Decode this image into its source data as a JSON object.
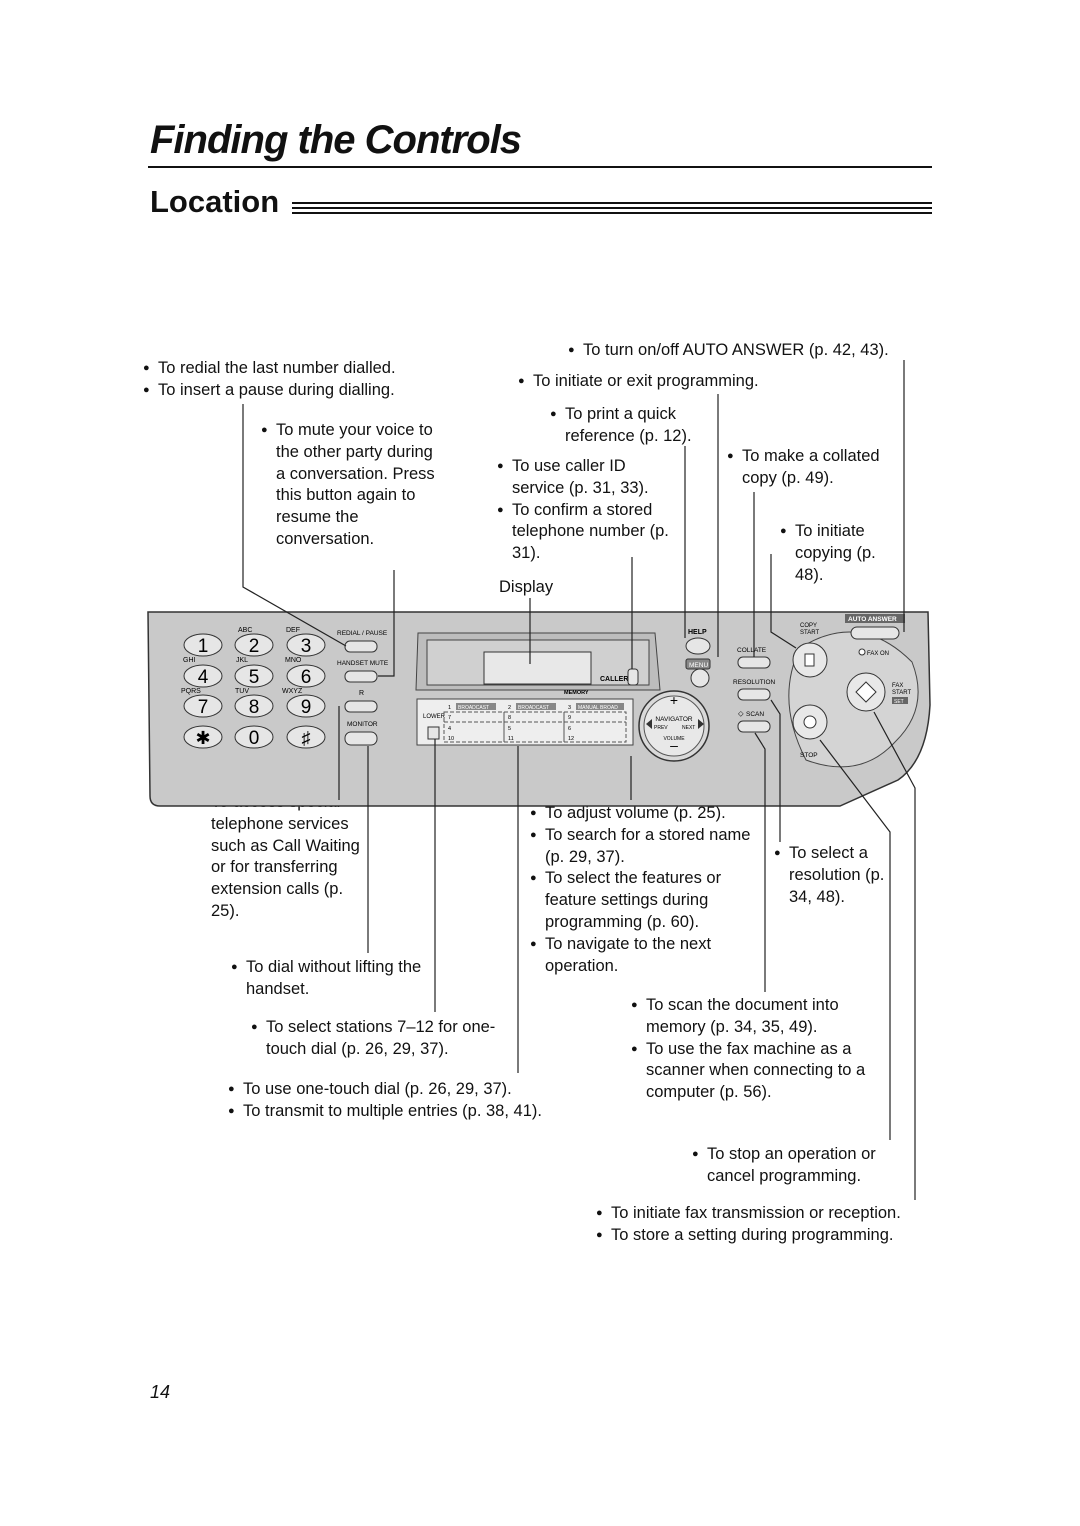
{
  "page": {
    "title": "Finding the Controls",
    "section": "Location",
    "page_number": "14"
  },
  "notes": {
    "redial": [
      "To redial the last number dialled.",
      "To insert a pause during dialling."
    ],
    "mute": [
      "To mute your voice to the other party during a conversation. Press this button again to resume the conversation."
    ],
    "auto_answer": [
      "To turn on/off AUTO ANSWER (p. 42, 43)."
    ],
    "menu": [
      "To initiate or exit programming."
    ],
    "help": [
      "To print a quick reference (p. 12)."
    ],
    "caller_id": [
      "To use caller ID service (p. 31, 33).",
      "To confirm a stored telephone number (p. 31)."
    ],
    "display": "Display",
    "collate": [
      "To make a collated copy (p. 49)."
    ],
    "copy": [
      "To initiate copying (p. 48)."
    ],
    "recall": [
      "To access special telephone services such as Call Waiting or for transferring extension calls (p. 25)."
    ],
    "monitor": [
      "To dial without lifting the handset."
    ],
    "lower": [
      "To select stations 7–12 for one-touch dial (p. 26, 29, 37)."
    ],
    "station": [
      "To use one-touch dial (p. 26, 29, 37).",
      "To transmit to multiple entries (p. 38, 41)."
    ],
    "navigator": [
      "To adjust volume (p. 25).",
      "To search for a stored name (p. 29, 37).",
      "To select the features or feature settings during programming (p. 60).",
      "To navigate to the next operation."
    ],
    "resolution": [
      "To select a resolution (p. 34, 48)."
    ],
    "scan": [
      "To scan the document into memory (p. 34, 35, 49).",
      "To use the fax machine as a scanner when connecting to a computer (p. 56)."
    ],
    "stop": [
      "To stop an operation or cancel programming."
    ],
    "fax_start": [
      "To initiate fax transmission or reception.",
      "To store a setting during programming."
    ]
  },
  "panel": {
    "keys": [
      {
        "digit": "1",
        "letters": ""
      },
      {
        "digit": "2",
        "letters": "ABC"
      },
      {
        "digit": "3",
        "letters": "DEF"
      },
      {
        "digit": "4",
        "letters": "GHI"
      },
      {
        "digit": "5",
        "letters": "JKL"
      },
      {
        "digit": "6",
        "letters": "MNO"
      },
      {
        "digit": "7",
        "letters": "PQRS"
      },
      {
        "digit": "8",
        "letters": "TUV"
      },
      {
        "digit": "9",
        "letters": "WXYZ"
      },
      {
        "digit": "✱",
        "letters": ""
      },
      {
        "digit": "0",
        "letters": ""
      },
      {
        "digit": "♯",
        "letters": ""
      }
    ],
    "redial_label": "REDIAL / PAUSE",
    "handset_mute_label": "HANDSET MUTE",
    "r_label": "R",
    "monitor_label": "MONITOR",
    "caller_id_label": "CALLER ID",
    "memory_label": "MEMORY",
    "lower_label": "LOWER",
    "stations": [
      "1",
      "2",
      "3",
      "7",
      "8",
      "9",
      "4",
      "5",
      "6",
      "10",
      "11",
      "12"
    ],
    "broadcast_tags": [
      "BROADCAST",
      "BROADCAST",
      "MANUAL BROAD"
    ],
    "help_label": "HELP",
    "menu_label": "MENU",
    "navigator_label": "NAVIGATOR",
    "prev_label": "PREV",
    "next_label": "NEXT",
    "volume_label": "VOLUME",
    "collate_label": "COLLATE",
    "resolution_label": "RESOLUTION",
    "scan_label": "SCAN",
    "copy_label": "COPY",
    "start_label": "START",
    "auto_answer_label": "AUTO ANSWER",
    "fax_on_label": "FAX ON",
    "fax_label": "FAX",
    "fax_start_label": "START",
    "set_label": "SET",
    "stop_label": "STOP"
  }
}
